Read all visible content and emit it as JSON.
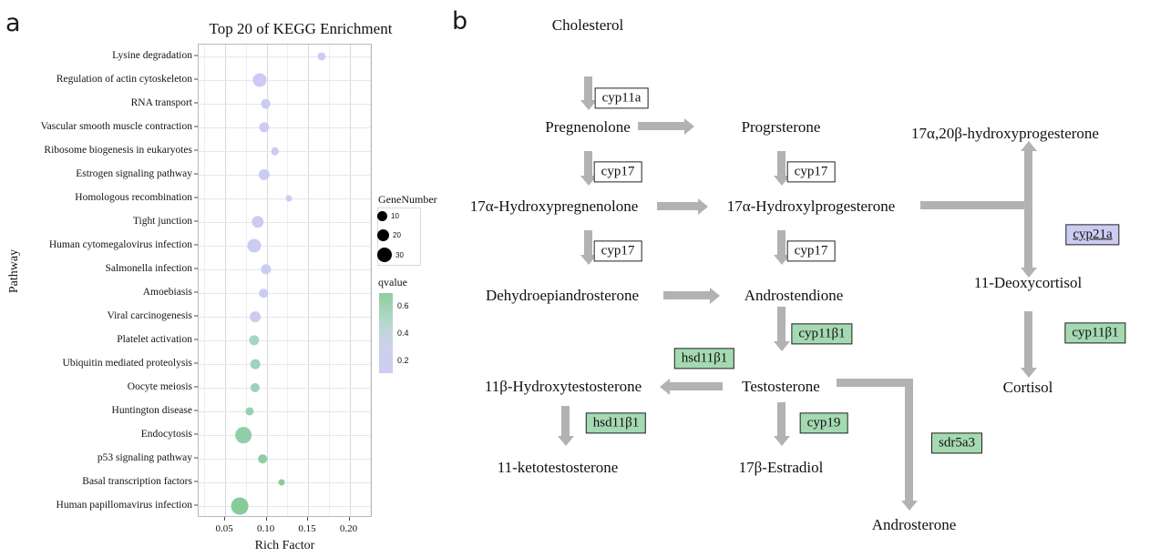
{
  "panels": {
    "a_letter": "a",
    "b_letter": "b"
  },
  "chart_data": {
    "type": "scatter",
    "title": "Top 20 of KEGG Enrichment",
    "xlabel": "Rich Factor",
    "ylabel": "Pathway",
    "xlim": [
      0.018,
      0.228
    ],
    "xticks": [
      0.05,
      0.1,
      0.15,
      0.2
    ],
    "xtick_labels": [
      "0.05",
      "0.10",
      "0.15",
      "0.20"
    ],
    "grid": true,
    "legend_position": "right",
    "size_legend": {
      "title": "GeneNumber",
      "values": [
        10,
        20,
        30
      ],
      "labels": [
        "10",
        "20",
        "30"
      ]
    },
    "color_legend": {
      "title": "qvalue",
      "ticks": [
        0.6,
        0.4,
        0.2
      ],
      "tick_labels": [
        "0.6",
        "0.4",
        "0.2"
      ],
      "high_color": "#8fce9f",
      "low_color": "#ccccf4"
    },
    "categories": [
      "Lysine degradation",
      "Regulation of actin cytoskeleton",
      "RNA transport",
      "Vascular smooth muscle contraction",
      "Ribosome biogenesis in eukaryotes",
      "Estrogen signaling pathway",
      "Homologous recombination",
      "Tight junction",
      "Human cytomegalovirus infection",
      "Salmonella infection",
      "Amoebiasis",
      "Viral carcinogenesis",
      "Platelet activation",
      "Ubiquitin mediated proteolysis",
      "Oocyte meiosis",
      "Huntington disease",
      "Endocytosis",
      "p53 signaling pathway",
      "Basal transcription factors",
      "Human papillomavirus infection"
    ],
    "points": [
      {
        "pathway": "Lysine degradation",
        "rich_factor": 0.166,
        "gene_number": 11,
        "qvalue": 0.16
      },
      {
        "pathway": "Regulation of actin cytoskeleton",
        "rich_factor": 0.092,
        "gene_number": 22,
        "qvalue": 0.16
      },
      {
        "pathway": "RNA transport",
        "rich_factor": 0.099,
        "gene_number": 14,
        "qvalue": 0.17
      },
      {
        "pathway": "Vascular smooth muscle contraction",
        "rich_factor": 0.097,
        "gene_number": 15,
        "qvalue": 0.17
      },
      {
        "pathway": "Ribosome biogenesis in eukaryotes",
        "rich_factor": 0.11,
        "gene_number": 10,
        "qvalue": 0.18
      },
      {
        "pathway": "Estrogen signaling pathway",
        "rich_factor": 0.097,
        "gene_number": 17,
        "qvalue": 0.18
      },
      {
        "pathway": "Homologous recombination",
        "rich_factor": 0.127,
        "gene_number": 7,
        "qvalue": 0.19
      },
      {
        "pathway": "Tight junction",
        "rich_factor": 0.089,
        "gene_number": 19,
        "qvalue": 0.19
      },
      {
        "pathway": "Human cytomegalovirus infection",
        "rich_factor": 0.085,
        "gene_number": 22,
        "qvalue": 0.2
      },
      {
        "pathway": "Salmonella infection",
        "rich_factor": 0.099,
        "gene_number": 15,
        "qvalue": 0.2
      },
      {
        "pathway": "Amoebiasis",
        "rich_factor": 0.096,
        "gene_number": 12,
        "qvalue": 0.22
      },
      {
        "pathway": "Viral carcinogenesis",
        "rich_factor": 0.086,
        "gene_number": 16,
        "qvalue": 0.24
      },
      {
        "pathway": "Platelet activation",
        "rich_factor": 0.085,
        "gene_number": 15,
        "qvalue": 0.46
      },
      {
        "pathway": "Ubiquitin mediated proteolysis",
        "rich_factor": 0.086,
        "gene_number": 14,
        "qvalue": 0.5
      },
      {
        "pathway": "Oocyte meiosis",
        "rich_factor": 0.086,
        "gene_number": 13,
        "qvalue": 0.52
      },
      {
        "pathway": "Huntington disease",
        "rich_factor": 0.08,
        "gene_number": 11,
        "qvalue": 0.55
      },
      {
        "pathway": "Endocytosis",
        "rich_factor": 0.072,
        "gene_number": 27,
        "qvalue": 0.58
      },
      {
        "pathway": "p53 signaling pathway",
        "rich_factor": 0.095,
        "gene_number": 12,
        "qvalue": 0.6
      },
      {
        "pathway": "Basal transcription factors",
        "rich_factor": 0.118,
        "gene_number": 7,
        "qvalue": 0.62
      },
      {
        "pathway": "Human papillomavirus infection",
        "rich_factor": 0.068,
        "gene_number": 29,
        "qvalue": 0.64
      }
    ]
  },
  "pathway_diagram": {
    "metabolites": {
      "cholesterol": "Cholesterol",
      "pregnenolone": "Pregnenolone",
      "progesterone": "Progrsterone",
      "hydroxypregnenolone": "17α-Hydroxypregnenolone",
      "hydroxyprogesterone": "17α-Hydroxylprogesterone",
      "dihydroxyprogesterone": "17α,20β-hydroxyprogesterone",
      "dhea": "Dehydroepiandrosterone",
      "androstendione": "Androstendione",
      "deoxycortisol": "11-Deoxycortisol",
      "cortisol": "Cortisol",
      "hydroxytestosterone": "11β-Hydroxytestosterone",
      "testosterone": "Testosterone",
      "ketotestosterone": "11-ketotestosterone",
      "estradiol": "17β-Estradiol",
      "androsterone": "Androsterone"
    },
    "enzymes": {
      "cyp11a": "cyp11a",
      "cyp17_a": "cyp17",
      "cyp17_b": "cyp17",
      "cyp17_c": "cyp17",
      "cyp17_d": "cyp17",
      "cyp21a": "cyp21a",
      "cyp11b1_left": "cyp11β1",
      "cyp11b1_right": "cyp11β1",
      "hsd11b1_top": "hsd11β1",
      "hsd11b1_bottom": "hsd11β1",
      "cyp19": "cyp19",
      "sdr5a3": "sdr5a3"
    },
    "colors": {
      "upregulated_green": "#a5d9b2",
      "downregulated_purple": "#ccccf2",
      "arrow_gray": "#b2b2b2"
    }
  }
}
